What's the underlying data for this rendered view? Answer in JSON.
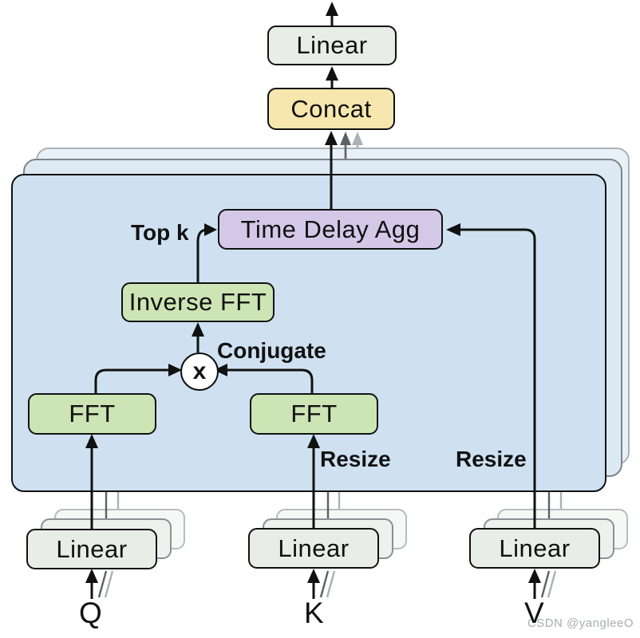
{
  "watermark": "CSDN @yangleeO",
  "colors": {
    "panel_blue": "#cfe1f1",
    "box_green": "#cde4b4",
    "box_purple": "#d4c8e8",
    "box_yellow": "#f7e7ae",
    "box_gray": "#e9ede8"
  },
  "nodes": {
    "output_linear": "Linear",
    "concat": "Concat",
    "time_delay_agg": "Time Delay Agg",
    "inverse_fft": "Inverse FFT",
    "fft_q": "FFT",
    "fft_k": "FFT",
    "multiply": "x",
    "linear_q": "Linear",
    "linear_k": "Linear",
    "linear_v": "Linear"
  },
  "labels": {
    "top_k": "Top k",
    "conjugate": "Conjugate",
    "resize_k": "Resize",
    "resize_v": "Resize"
  },
  "inputs": {
    "q": "Q",
    "k": "K",
    "v": "V"
  }
}
